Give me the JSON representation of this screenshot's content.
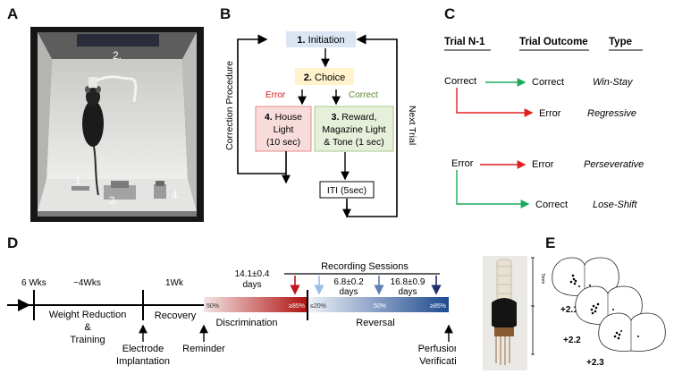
{
  "panel_letters": {
    "A": "A",
    "B": "B",
    "C": "C",
    "D": "D",
    "E": "E"
  },
  "panelA": {
    "labels": {
      "one": "1.",
      "two": "2.",
      "three": "3.",
      "four": "4."
    }
  },
  "panelB": {
    "initiation_num": "1.",
    "initiation_text": " Initiation",
    "choice_num": "2.",
    "choice_text": " Choice",
    "error_label": "Error",
    "correct_label": "Correct",
    "house_num": "4.",
    "house_line1": " House",
    "house_line2": "Light",
    "house_line3": "(10 sec)",
    "reward_num": "3.",
    "reward_line1": " Reward,",
    "reward_line2": "Magazine Light",
    "reward_line3": "& Tone (1 sec)",
    "iti": "ITI (5sec)",
    "correction_procedure": "Correction Procedure",
    "next_trial": "Next Trial",
    "colors": {
      "initiation": "#dce6f2",
      "choice": "#fff2cc",
      "house_fill": "#f8dcdc",
      "house_border": "#e88a8a",
      "reward_fill": "#e6efd9",
      "reward_border": "#a9c98a",
      "error": "#d42020",
      "correct": "#5a8a2e"
    }
  },
  "panelC": {
    "headers": {
      "trial_n1": "Trial N-1",
      "outcome": "Trial Outcome",
      "type": "Type"
    },
    "rows": [
      {
        "prev": "Correct",
        "outcome": "Correct",
        "type": "Win-Stay"
      },
      {
        "prev": "",
        "outcome": "Error",
        "type": "Regressive"
      },
      {
        "prev": "Error",
        "outcome": "Error",
        "type": "Perseverative"
      },
      {
        "prev": "",
        "outcome": "Correct",
        "type": "Lose-Shift"
      }
    ],
    "colors": {
      "green": "#1ca85a",
      "red": "#e02020"
    }
  },
  "panelD": {
    "six_wks": "6 Wks",
    "four_wks": "~4Wks",
    "one_wk": "1Wk",
    "weight_line1": "Weight Reduction",
    "weight_line2": "&",
    "weight_line3": "Training",
    "recovery": "Recovery",
    "electrode_line1": "Electrode",
    "electrode_line2": "Implantation",
    "reminder": "Reminder",
    "discrimination": "Discrimination",
    "reversal": "Reversal",
    "recording_sessions": "Recording Sessions",
    "disc_days_line1": "14.1±0.4",
    "disc_days_line2": "days",
    "rev1_days_line1": "6.8±0.2",
    "rev1_days_line2": "days",
    "rev2_days_line1": "16.8±0.9",
    "rev2_days_line2": "days",
    "disc_start_pct": "50%",
    "disc_end_pct": "≥85%",
    "rev_start_pct": "≤20%",
    "rev_mid_pct": "50%",
    "rev_end_pct": "≥85%",
    "perfusion_line1": "Perfusion &",
    "perfusion_line2": "Verification",
    "colors": {
      "disc_start": "#f4e4e4",
      "disc_end": "#b01010",
      "rev_start": "#eef2f9",
      "rev_end": "#1f4a8e",
      "arrow_red": "#c0141c",
      "arrow_light_blue": "#9cbde6",
      "arrow_mid_blue": "#5d7fb5",
      "arrow_dark_blue": "#1f2f6e"
    }
  },
  "panelE": {
    "scale": "5mm",
    "coord1": "+2.1",
    "coord2": "+2.2",
    "coord3": "+2.3"
  }
}
